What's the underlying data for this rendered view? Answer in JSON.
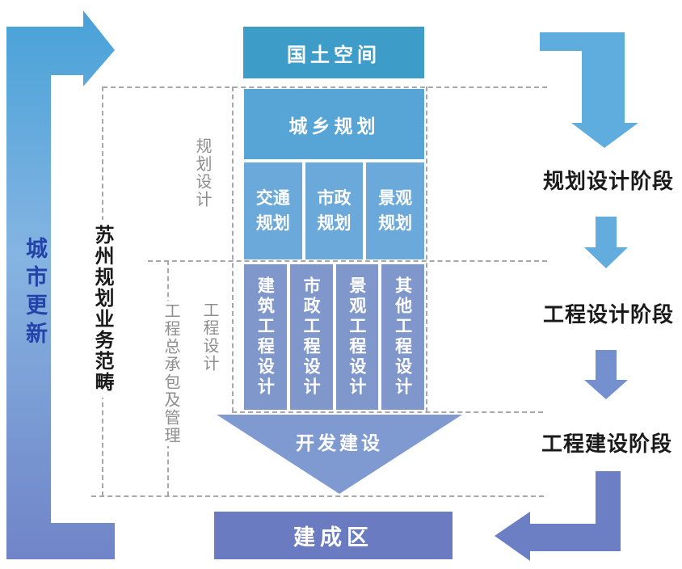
{
  "diagram": {
    "left_flow_label": "城市更新",
    "scope_label": "苏州规划业务范畴",
    "section_labels": {
      "planning_design": "规划设计",
      "engineering_design": "工程设计",
      "epc_management": "工程总承包及管理"
    },
    "nodes": {
      "national_territory": "国土空间",
      "urban_rural_planning": "城乡规划",
      "planning_boxes": [
        "交通规划",
        "市政规划",
        "景观规划"
      ],
      "engineering_boxes": [
        "建筑工程设计",
        "市政工程设计",
        "景观工程设计",
        "其他工程设计"
      ],
      "development": "开发建设",
      "built_area": "建成区"
    },
    "stage_labels": [
      "规划设计阶段",
      "工程设计阶段",
      "工程建设阶段"
    ],
    "colors": {
      "left_arrow_top": "#47A2D8",
      "left_arrow_mid": "#85B4E2",
      "left_arrow_bottom": "#7084C7",
      "urban_renewal_text": "#2443A8",
      "national_territory_box": "#3E9DC8",
      "urban_rural_box": "#57A4D6",
      "planning_box": "#6CA9DB",
      "engineering_box": "#8097CC",
      "development_triangle": "#7F9AD1",
      "built_area_box": "#6A7BC2",
      "right_elbow": "#5FACDE",
      "down_arrow_1": "#62ACDE",
      "down_arrow_2": "#7490CE",
      "bottom_elbow": "#6C7EC4",
      "dashed_line": "#A8A8A8",
      "gray_label": "#8E8E8E",
      "stage_text": "#1A1A1A",
      "box_text": "#FFFFFF"
    }
  }
}
